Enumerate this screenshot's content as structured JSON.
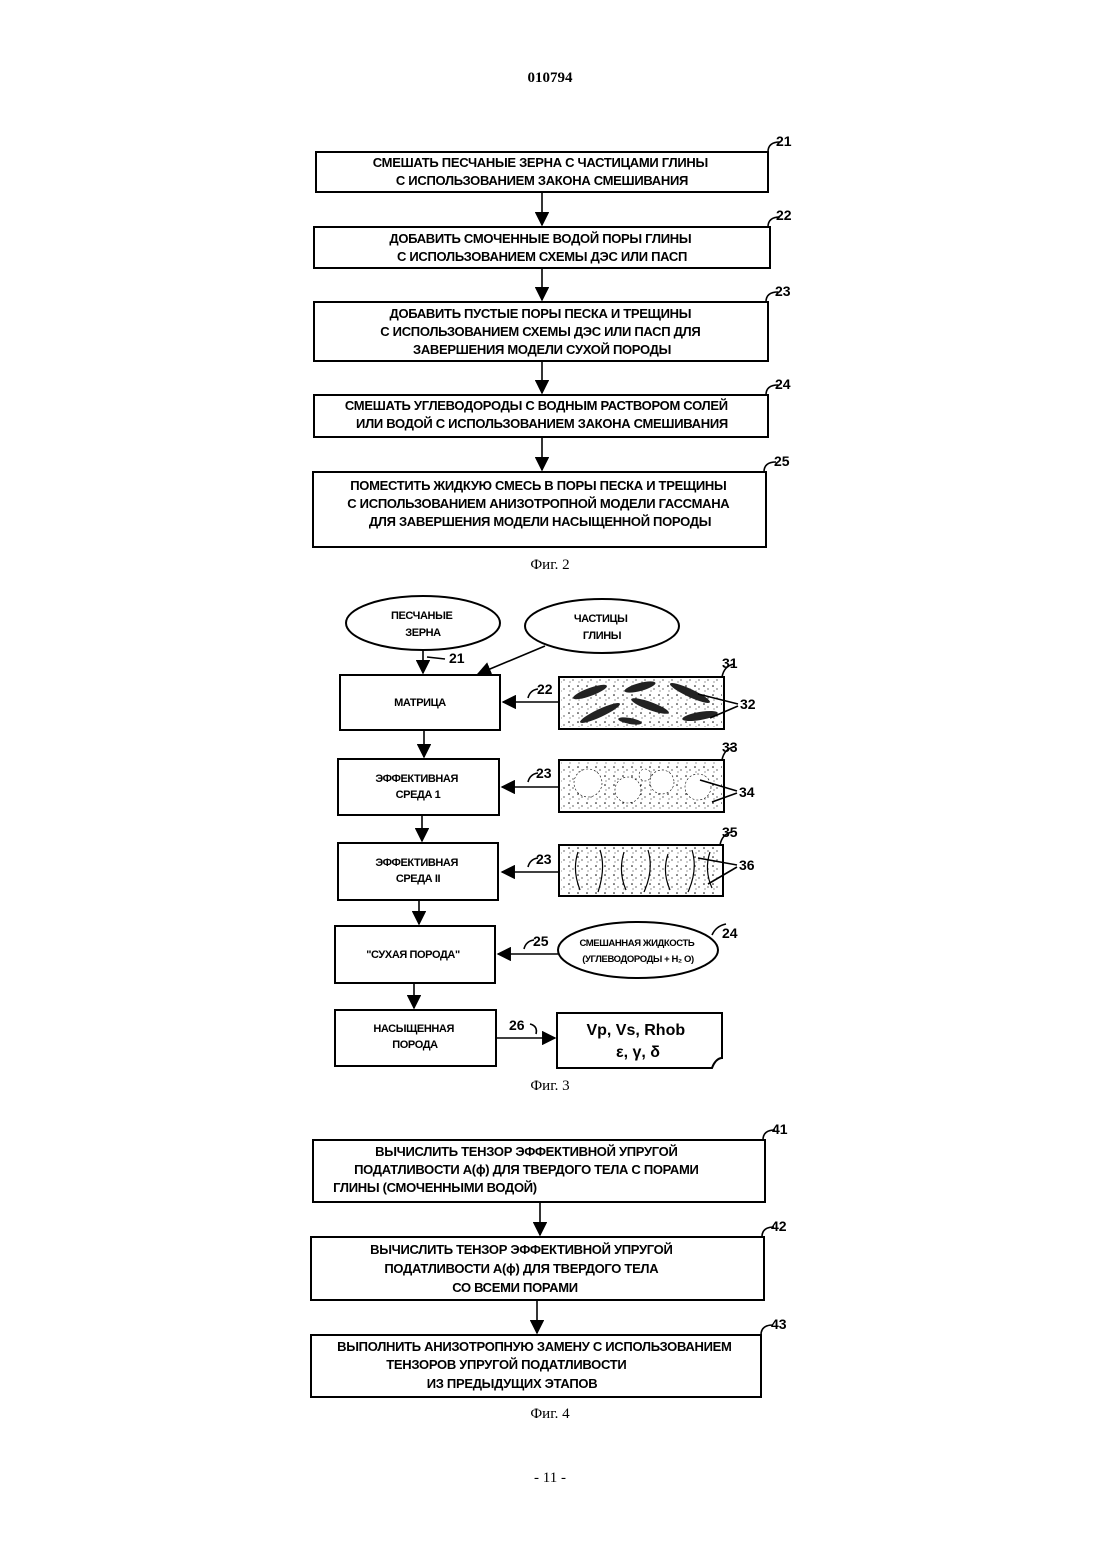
{
  "page": {
    "number": "010794",
    "footer": "- 11 -"
  },
  "fig2": {
    "caption": "Фиг. 2",
    "steps": [
      {
        "num": "21",
        "lines": [
          "СМЕШАТЬ ПЕСЧАНЫЕ ЗЕРНА С ЧАСТИЦАМИ ГЛИНЫ",
          "С   ИСПОЛЬЗОВАНИЕМ ЗАКОНА СМЕШИВАНИЯ"
        ]
      },
      {
        "num": "22",
        "lines": [
          "ДОБАВИТЬ СМОЧЕННЫЕ ВОДОЙ ПОРЫ ГЛИНЫ",
          "С ИСПОЛЬЗОВАНИЕМ СХЕМЫ ДЭС  ИЛИ ПАСП"
        ]
      },
      {
        "num": "23",
        "lines": [
          "ДОБАВИТЬ ПУСТЫЕ ПОРЫ ПЕСКА И ТРЕЩИНЫ",
          "С ИСПОЛЬЗОВАНИЕМ  СХЕМЫ ДЭС ИЛИ ПАСП ДЛЯ",
          "ЗАВЕРШЕНИЯ МОДЕЛИ СУХОЙ  ПОРОДЫ"
        ]
      },
      {
        "num": "24",
        "lines": [
          "СМЕШАТЬ УГЛЕВОДОРОДЫ С ВОДНЫМ РАСТВОРОМ СОЛЕЙ",
          "ИЛИ ВОДОЙ С ИСПОЛЬЗОВАНИЕМ ЗАКОНА СМЕШИВАНИЯ"
        ]
      },
      {
        "num": "25",
        "lines": [
          "ПОМЕСТИТЬ ЖИДКУЮ СМЕСЬ В ПОРЫ ПЕСКА И ТРЕЩИНЫ",
          "С ИСПОЛЬЗОВАНИЕМ  АНИЗОТРОПНОЙ МОДЕЛИ ГАССМАНА",
          "ДЛЯ ЗАВЕРШЕНИЯ МОДЕЛИ НАСЫЩЕННОЙ ПОРОДЫ"
        ]
      }
    ]
  },
  "fig3": {
    "caption": "Фиг. 3",
    "ellipse_sand": [
      "ПЕСЧАНЫЕ",
      "ЗЕРНА"
    ],
    "ellipse_clay": [
      "ЧАСТИЦЫ",
      "ГЛИНЫ"
    ],
    "ellipse_fluid": [
      "СМЕШАННАЯ ЖИДКОСТЬ",
      "(УГЛЕВОДОРОДЫ  + H₂ O)"
    ],
    "box_matrix": [
      "МАТРИЦА"
    ],
    "box_eff1": [
      "ЭФФЕКТИВНАЯ",
      "СРЕДА 1"
    ],
    "box_eff2": [
      "ЭФФЕКТИВНАЯ",
      "СРЕДА  II"
    ],
    "box_dry": [
      "\"СУХАЯ  ПОРОДА\""
    ],
    "box_sat": [
      "НАСЫЩЕННАЯ",
      "ПОРОДА"
    ],
    "output_doc": [
      "Vp, Vs, Rhob",
      "ε, γ, δ"
    ],
    "labels": {
      "l21": "21",
      "l22": "22",
      "l23a": "23",
      "l23b": "23",
      "l25": "25",
      "l26": "26",
      "l31": "31",
      "l32": "32",
      "l33": "33",
      "l34": "34",
      "l35": "35",
      "l36": "36",
      "l24": "24"
    }
  },
  "fig4": {
    "caption": "Фиг. 4",
    "steps": [
      {
        "num": "41",
        "lines": [
          "ВЫЧИСЛИТЬ ТЕНЗОР ЭФФЕКТИВНОЙ  УПРУГОЙ",
          "ПОДАТЛИВОСТИ  A(ϕ)  ДЛЯ ТВЕРДОГО ТЕЛА С ПОРАМИ",
          "ГЛИНЫ (СМОЧЕННЫМИ ВОДОЙ)"
        ]
      },
      {
        "num": "42",
        "lines": [
          "ВЫЧИСЛИТЬ ТЕНЗОР ЭФФЕКТИВНОЙ  УПРУГОЙ",
          "ПОДАТЛИВОСТИ A(ϕ) ДЛЯ  ТВЕРДОГО  ТЕЛА",
          "СО ВСЕМИ  ПОРАМИ"
        ]
      },
      {
        "num": "43",
        "lines": [
          "ВЫПОЛНИТЬ  АНИЗОТРОПНУЮ  ЗАМЕНУ С ИСПОЛЬЗОВАНИЕМ",
          "ТЕНЗОРОВ  УПРУГОЙ  ПОДАТЛИВОСТИ",
          "ИЗ ПРЕДЫДУЩИХ  ЭТАПОВ"
        ]
      }
    ]
  }
}
